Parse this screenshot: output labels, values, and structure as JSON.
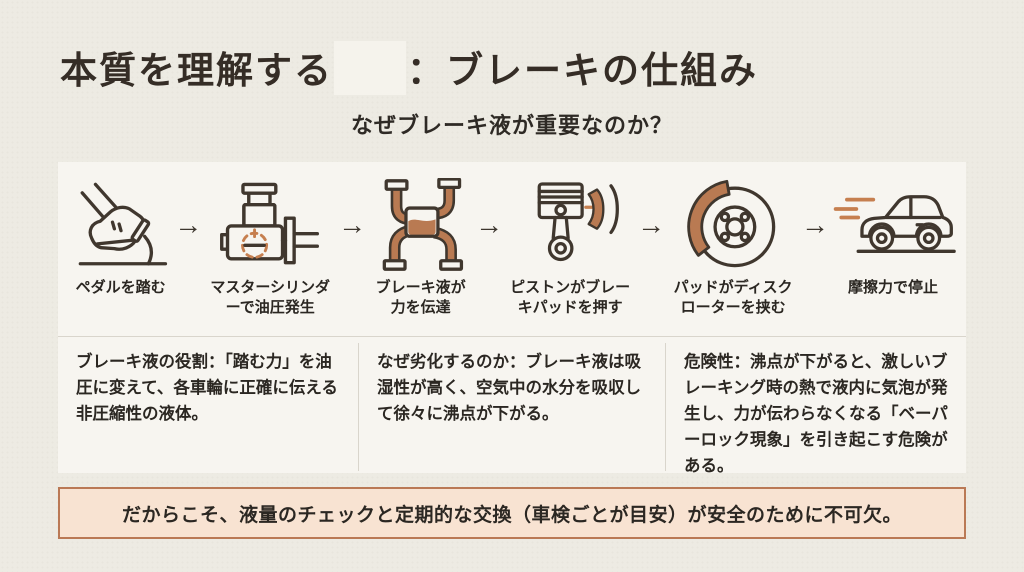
{
  "title": {
    "part1": "本質を理解する",
    "part2": "：ブレーキの仕組み"
  },
  "subtitle": "なぜブレーキ液が重要なのか？",
  "flow": {
    "arrow": "→",
    "steps": [
      {
        "icon": "pedal-icon",
        "label": "ペダルを踏む"
      },
      {
        "icon": "master-cylinder-icon",
        "label": "マスターシリンダ\nーで油圧発生"
      },
      {
        "icon": "brake-lines-icon",
        "label": "ブレーキ液が\n力を伝達"
      },
      {
        "icon": "piston-pad-icon",
        "label": "ピストンがブレー\nキパッドを押す"
      },
      {
        "icon": "disc-rotor-icon",
        "label": "パッドがディスク\nローターを挟む"
      },
      {
        "icon": "car-stop-icon",
        "label": "摩擦力で停止"
      }
    ]
  },
  "columns": [
    {
      "text": "ブレーキ液の役割：「踏む力」を油圧に変えて、各車輪に正確に伝える非圧縮性の液体。"
    },
    {
      "text": "なぜ劣化するのか：ブレーキ液は吸湿性が高く、空気中の水分を吸収して徐々に沸点が下がる。"
    },
    {
      "text": "危険性：沸点が下がると、激しいブレーキング時の熱で液内に気泡が発生し、力が伝わらなくなる「ベーパーロック現象」を引き起こす危険がある。"
    }
  ],
  "banner": {
    "text": "だからこそ、液量のチェックと定期的な交換（車検ごとが目安）が安全のために不可欠。"
  },
  "colors": {
    "background": "#edebe3",
    "panel": "#f7f5f0",
    "ink": "#2e2a25",
    "icon_stroke": "#40372e",
    "accent_copper": "#b97a52",
    "banner_bg": "#f8e3d2",
    "banner_border": "#ba7955"
  }
}
